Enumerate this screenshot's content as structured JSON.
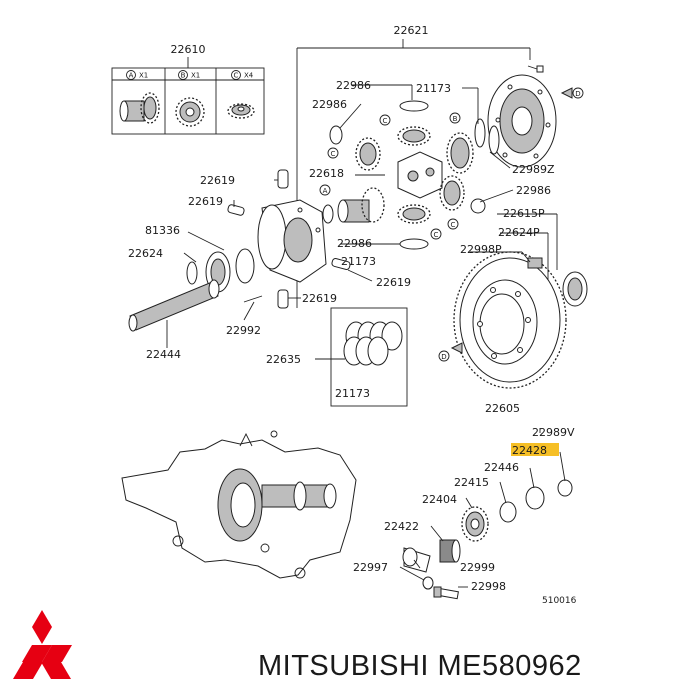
{
  "labels": {
    "p22610": "22610",
    "p22621": "22621",
    "p22986a": "22986",
    "p21173a": "21173",
    "p22986b": "22986",
    "p22989z": "22989Z",
    "p22619a": "22619",
    "p22618": "22618",
    "p22986c": "22986",
    "p22619b": "22619",
    "p22615p": "22615P",
    "p81336": "81336",
    "p22624p": "22624P",
    "p22624": "22624",
    "p22986d": "22986",
    "p22998p": "22998P",
    "p21173b": "21173",
    "p22619c": "22619",
    "p22619d": "22619",
    "p22992": "22992",
    "p22444": "22444",
    "p22635": "22635",
    "p21173c": "21173",
    "p22605": "22605",
    "p22989v": "22989V",
    "p22428": "22428",
    "p22446": "22446",
    "p22415": "22415",
    "p22404": "22404",
    "p22422": "22422",
    "p22999": "22999",
    "p22997": "22997",
    "p22998": "22998",
    "code": "510016"
  },
  "callouts": {
    "a": "A",
    "b": "B",
    "c": "C",
    "d": "D"
  },
  "inset": {
    "qty_a": "X1",
    "qty_b": "X1",
    "qty_c": "X4"
  },
  "footer": {
    "brand_text": "MITSUBISHI ME580962"
  },
  "colors": {
    "highlight": "#f4b400",
    "logo_red": "#e60012",
    "line": "#222222"
  }
}
